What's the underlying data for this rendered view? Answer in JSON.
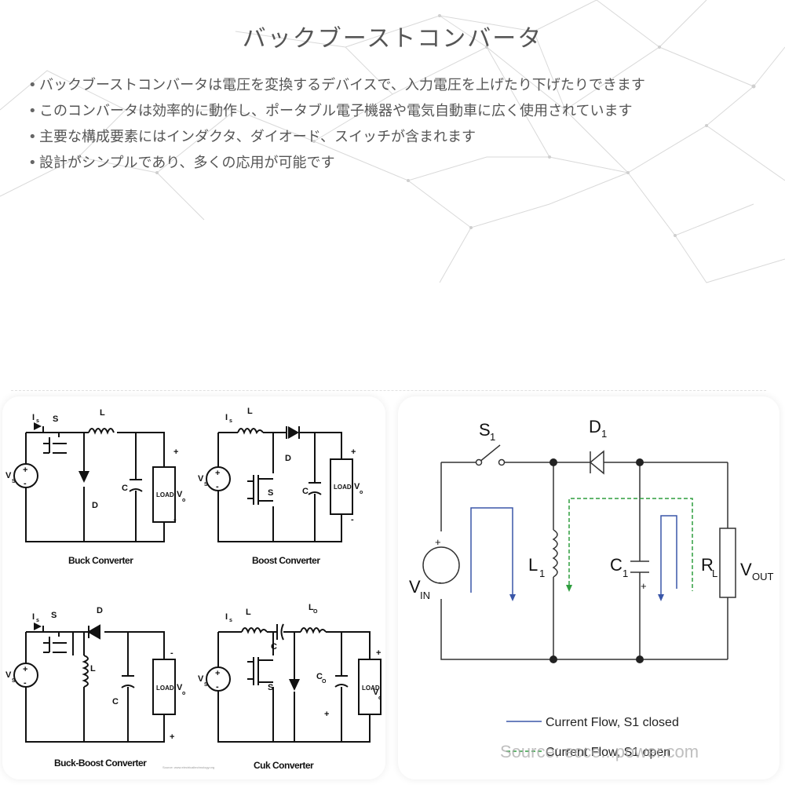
{
  "slide": {
    "title": "バックブーストコンバータ",
    "bullets": [
      "バックブーストコンバータは電圧を変換するデバイスで、入力電圧を上げたり下げたりできます",
      "このコンバータは効率的に動作し、ポータブル電子機器や電気自動車に広く使用されています",
      "主要な構成要素にはインダクタ、ダイオード、スイッチが含まれます",
      "設計がシンプルであり、多くの応用が可能です"
    ]
  },
  "left_figure": {
    "captions": {
      "buck": "Buck Converter",
      "boost": "Boost Converter",
      "buck_boost": "Buck-Boost Converter",
      "cuk": "Cuk Converter"
    },
    "labels": {
      "vs": "V",
      "vs_sub": "S",
      "is": "I",
      "is_sub": "s",
      "s": "S",
      "d": "D",
      "l": "L",
      "c": "C",
      "load": "LOAD",
      "vo": "V",
      "vo_sub": "o",
      "lo": "L",
      "lo_sub": "O",
      "co": "C",
      "co_sub": "O",
      "plus": "+",
      "minus": "-"
    },
    "credit": "Source: www.electricaltechnology.org"
  },
  "right_figure": {
    "labels": {
      "s1": "S",
      "s1_sub": "1",
      "d1": "D",
      "d1_sub": "1",
      "l1": "L",
      "l1_sub": "1",
      "c1": "C",
      "c1_sub": "1",
      "rl": "R",
      "rl_sub": "L",
      "vout": "V",
      "vout_sub": "OUT",
      "vin": "V",
      "vin_sub": "IN",
      "plus": "+",
      "minus": "-"
    },
    "legend": {
      "closed": "Current Flow, S1 closed",
      "open": "Current Flow, S1 open"
    },
    "source": "Source: ecce...power.com",
    "colors": {
      "closed": "#3a56a8",
      "open": "#2e9e3e"
    }
  }
}
